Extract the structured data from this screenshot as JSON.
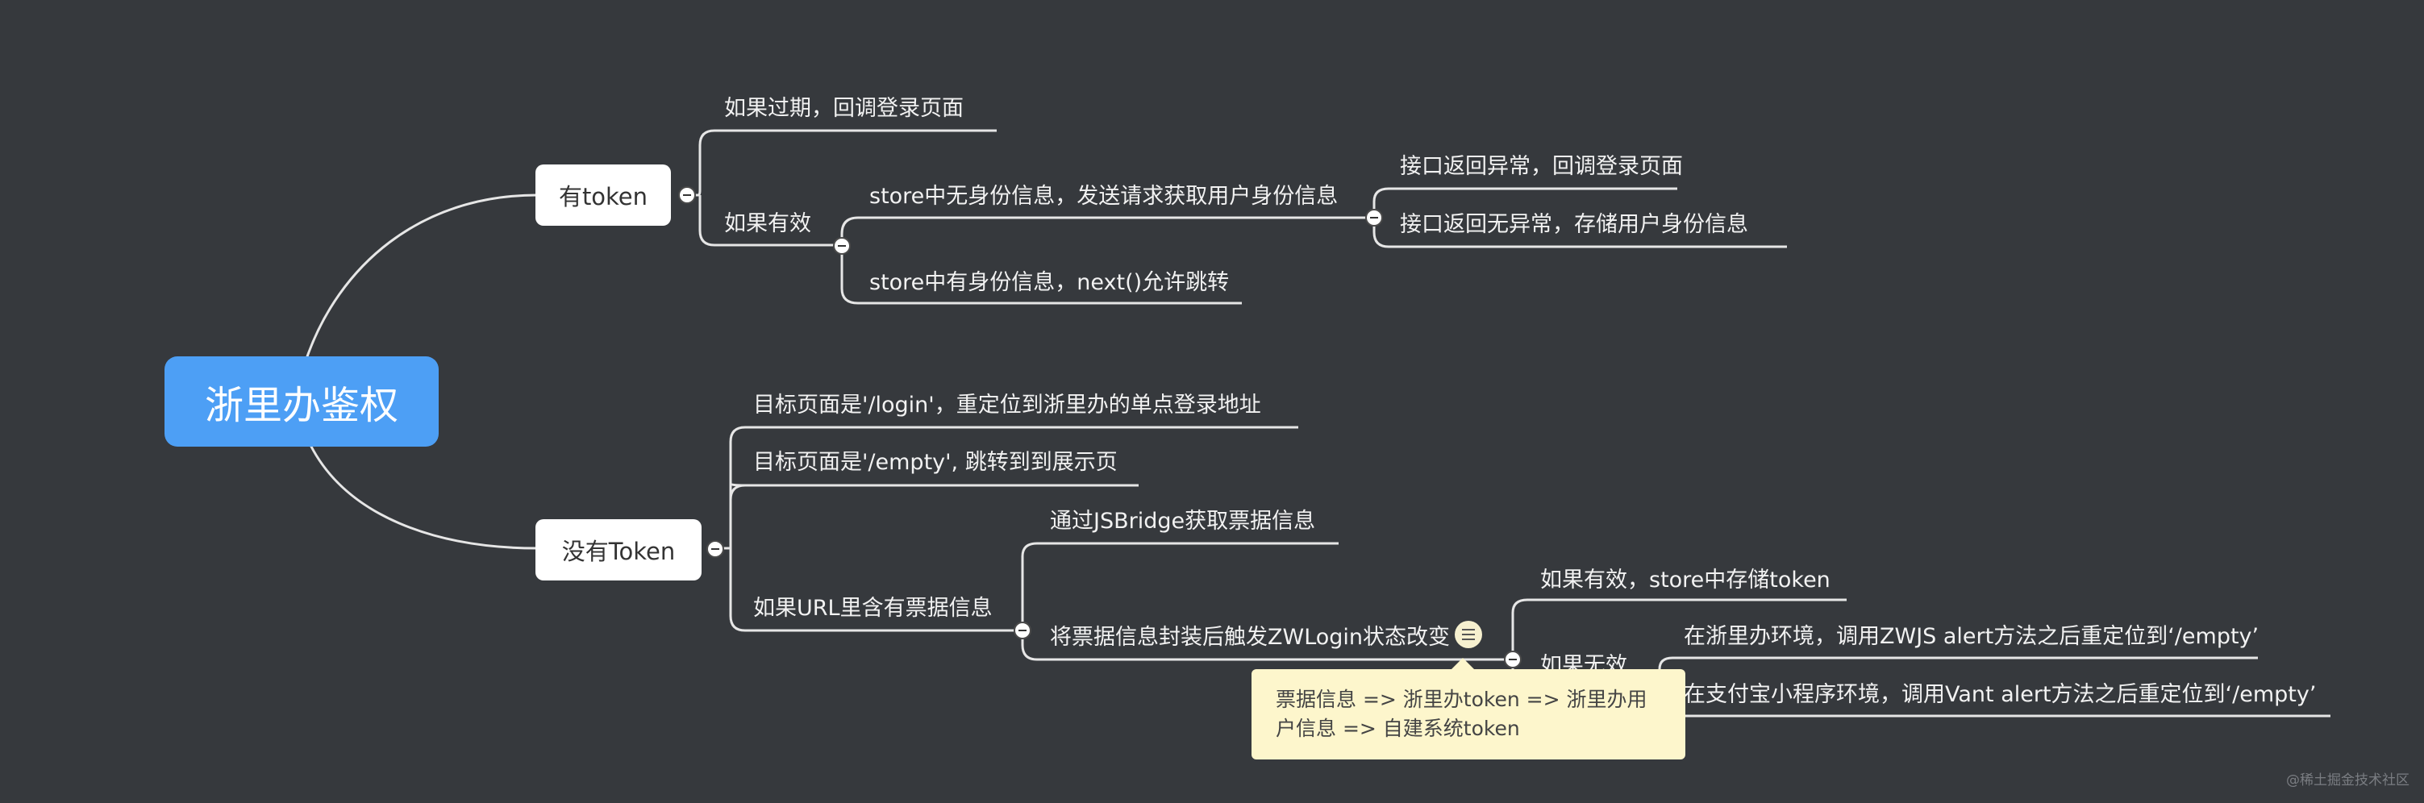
{
  "root": "浙里办鉴权",
  "branch_has_token": {
    "label": "有token",
    "expired": "如果过期，回调登录页面",
    "valid": {
      "label": "如果有效",
      "no_info": {
        "label": "store中无身份信息，发送请求获取用户身份信息",
        "error": "接口返回异常，回调登录页面",
        "ok": "接口返回无异常，存储用户身份信息"
      },
      "has_info": "store中有身份信息，next()允许跳转"
    }
  },
  "branch_no_token": {
    "label": "没有Token",
    "login_page": "目标页面是'/login'，重定位到浙里办的单点登录地址",
    "empty_page": "目标页面是'/empty', 跳转到到展示页",
    "url_ticket": {
      "label": "如果URL里含有票据信息",
      "jsbridge": "通过JSBridge获取票据信息",
      "trigger": {
        "label": "将票据信息封装后触发ZWLogin状态改变",
        "valid": "如果有效，store中存储token",
        "invalid": {
          "label": "如果无效",
          "zlb_env": "在浙里办环境，调用ZWJS alert方法之后重定位到‘/empty’",
          "alipay_env": "在支付宝小程序环境，调用Vant alert方法之后重定位到‘/empty’"
        }
      }
    }
  },
  "note": "票据信息 => 浙里办token => 浙里办用户信息 => 自建系统token",
  "watermark": "@稀土掘金技术社区",
  "colors": {
    "background": "#36393d",
    "root": "#4d9ff5",
    "line": "#e6e6e6",
    "note": "#fdf6cc"
  }
}
